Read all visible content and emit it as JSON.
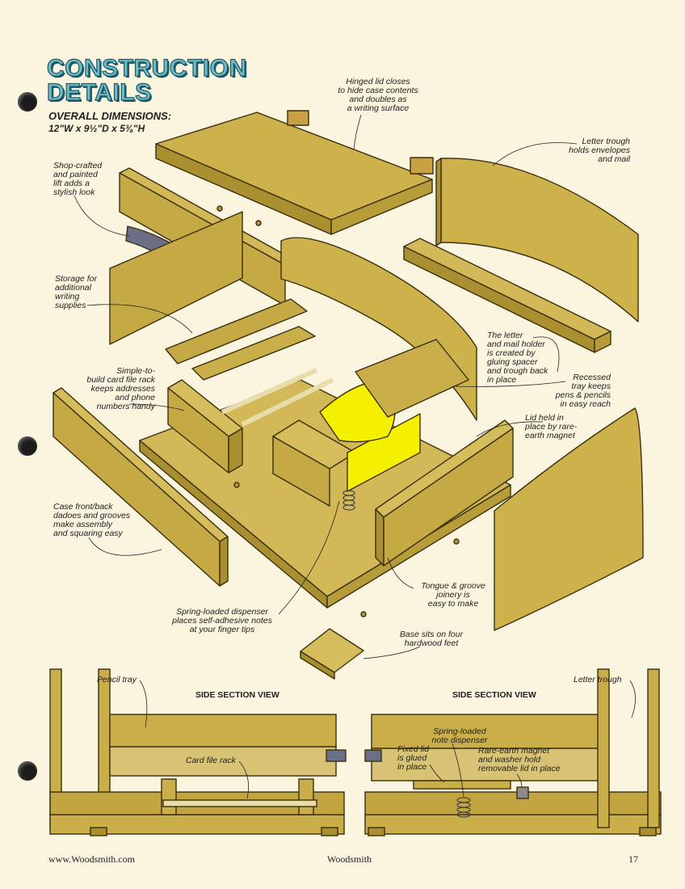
{
  "heading": {
    "line1": "CONSTRUCTION",
    "line2": "DETAILS",
    "dimensions_label": "OVERALL DIMENSIONS:",
    "dimensions_value": "12\"W x 9½\"D x 5⅜\"H"
  },
  "callouts": {
    "hinged_lid": [
      "Hinged lid closes",
      "to hide case contents",
      "and doubles as",
      "a writing surface"
    ],
    "letter_trough": [
      "Letter trough",
      "holds envelopes",
      "and mail"
    ],
    "lift": [
      "Shop-crafted",
      "and painted",
      "lift adds a",
      "stylish look"
    ],
    "storage": [
      "Storage for",
      "additional",
      "writing",
      "supplies"
    ],
    "letter_holder": [
      "The letter",
      "and mail holder",
      "is created by",
      "gluing spacer",
      "and trough back",
      "in place"
    ],
    "card_rack": [
      "Simple-to-",
      "build card file rack",
      "keeps addresses",
      "and phone",
      "numbers handy"
    ],
    "recessed_tray": [
      "Recessed",
      "tray keeps",
      "pens & pencils",
      "in easy reach"
    ],
    "lid_magnet": [
      "Lid held in",
      "place by rare-",
      "earth magnet"
    ],
    "dadoes": [
      "Case front/back",
      "dadoes and grooves",
      "make assembly",
      "and squaring easy"
    ],
    "tongue_groove": [
      "Tongue & groove",
      "joinery is",
      "easy to make"
    ],
    "dispenser": [
      "Spring-loaded dispenser",
      "places self-adhesive notes",
      "at your finger tips"
    ],
    "feet": [
      "Base sits on four",
      "hardwood feet"
    ]
  },
  "sections": {
    "left_title": "SIDE SECTION VIEW",
    "right_title": "SIDE SECTION VIEW",
    "pencil_tray": "Pencil tray",
    "card_file_rack": "Card file rack",
    "letter_trough": "Letter trough",
    "note_dispenser": [
      "Spring-loaded",
      "note dispenser"
    ],
    "fixed_lid": [
      "Fixed lid",
      "is glued",
      "in place"
    ],
    "magnet": [
      "Rare-earth magnet",
      "and washer hold",
      "removable lid in place"
    ]
  },
  "footer": {
    "url": "www.Woodsmith.com",
    "magazine": "Woodsmith",
    "page_number": "17"
  },
  "colors": {
    "wood": "#c9ae4a",
    "wood_light": "#d6bd5c",
    "wood_dark": "#a88e2e",
    "note": "#f4f000",
    "lift": "#6b6f86",
    "paper": "#fbf4de"
  }
}
